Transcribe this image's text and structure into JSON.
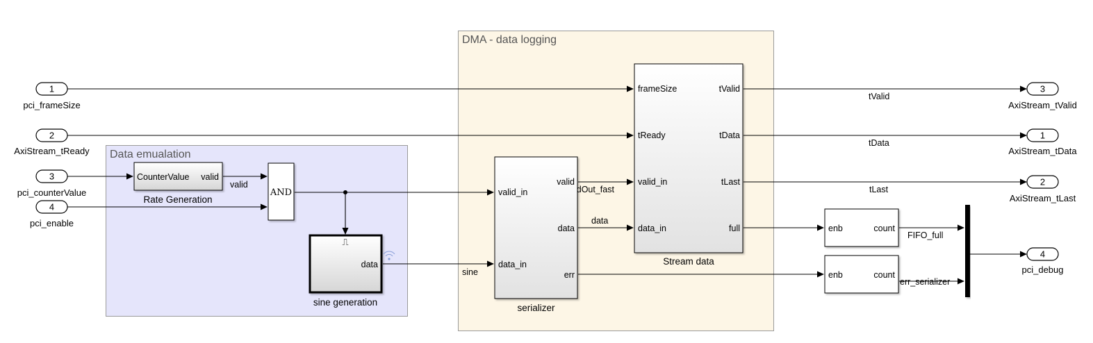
{
  "areas": {
    "dma": {
      "title": "DMA - data logging",
      "fill": "#fdf6e6",
      "stroke": "#9a9a9a"
    },
    "emulation": {
      "title": "Data emualation",
      "fill": "#e5e5fb",
      "stroke": "#9a9a9a"
    }
  },
  "inports": [
    {
      "num": "1",
      "name": "pci_frameSize"
    },
    {
      "num": "2",
      "name": "AxiStream_tReady"
    },
    {
      "num": "3",
      "name": "pci_counterValue"
    },
    {
      "num": "4",
      "name": "pci_enable"
    }
  ],
  "outports": [
    {
      "num": "3",
      "name": "AxiStream_tValid"
    },
    {
      "num": "1",
      "name": "AxiStream_tData"
    },
    {
      "num": "2",
      "name": "AxiStream_tLast"
    },
    {
      "num": "4",
      "name": "pci_debug"
    }
  ],
  "blocks": {
    "rate_generation": {
      "name": "Rate Generation",
      "in": "CounterValue",
      "out": "valid"
    },
    "and_gate": {
      "label": "AND"
    },
    "sine_generation": {
      "name": "sine generation",
      "out": "data",
      "trigger_symbol": "⎍"
    },
    "serializer": {
      "name": "serializer",
      "in1": "valid_in",
      "in2": "data_in",
      "out1": "valid",
      "out2": "data",
      "out3": "err"
    },
    "stream_data": {
      "name": "Stream data",
      "in1": "frameSize",
      "in2": "tReady",
      "in3": "valid_in",
      "in4": "data_in",
      "out1": "tValid",
      "out2": "tData",
      "out3": "tLast",
      "out4": "full"
    },
    "counter_fifo": {
      "in": "enb",
      "out": "count"
    },
    "counter_err": {
      "in": "enb",
      "out": "count"
    }
  },
  "signals": {
    "valid": "valid",
    "sine": "sine",
    "validOut_fast": "validOut_fast",
    "data": "data",
    "tValid": "tValid",
    "tData": "tData",
    "tLast": "tLast",
    "fifo_full": "FIFO_full",
    "err_serializer": "err_serializer"
  }
}
